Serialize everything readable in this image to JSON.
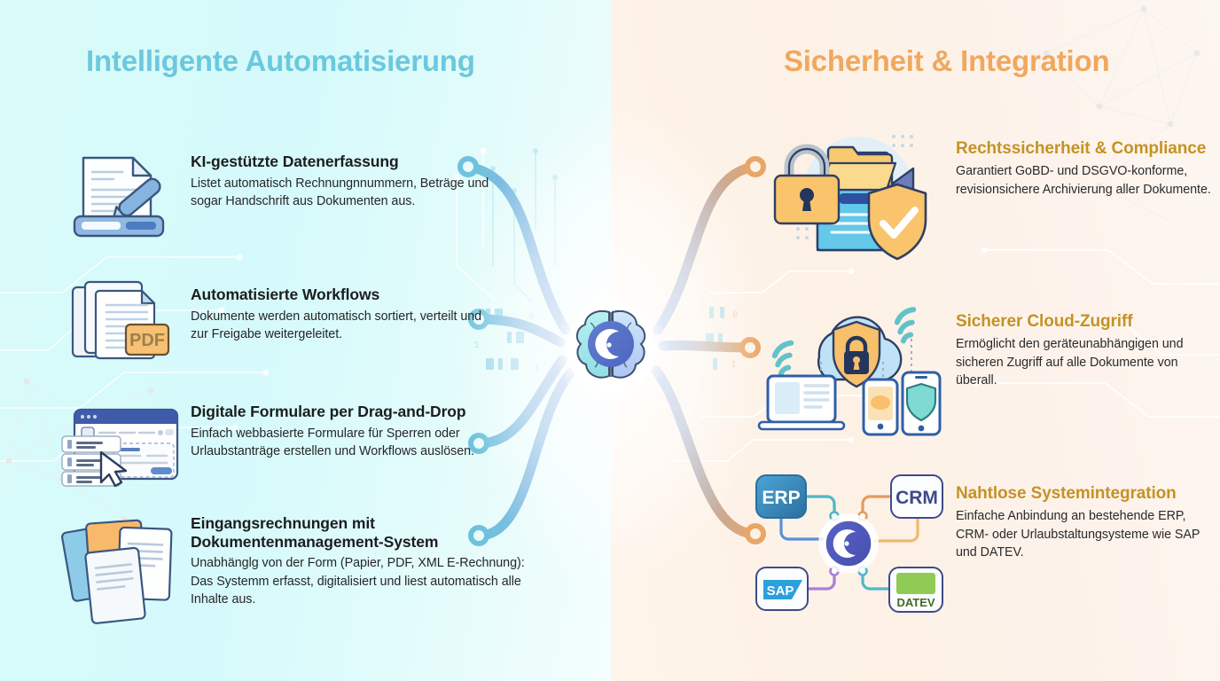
{
  "palette": {
    "left_bg": "#d8fbfa",
    "right_bg": "#fef4e9",
    "left_title": "#6cc8dd",
    "right_title": "#f0a85e",
    "gold_heading": "#c59224",
    "body_text": "#262629",
    "connector_left": "#6fc2dd",
    "connector_right": "#e8a667",
    "hub_blue": "#4a56c4"
  },
  "left": {
    "title": "Intelligente Automatisierung",
    "features": [
      {
        "icon": "document-pen-scanner-icon",
        "heading": "KI-gestützte Datenerfassung",
        "body": "Listet automatisch Rechnungnnummern, Beträge und sogar Handschrift aus Dokumenten aus."
      },
      {
        "icon": "document-stack-pdf-icon",
        "heading": "Automatisierte Workflows",
        "body": "Dokumente werden automatisch sortiert, verteilt und zur Freigabe weitergeleitet."
      },
      {
        "icon": "form-builder-drag-drop-icon",
        "heading": "Digitale Formulare per Drag-and-Drop",
        "body": "Einfach webbasierte Formulare für Sperren oder Urlaubstanträge erstellen und Workflows auslösen."
      },
      {
        "icon": "fanned-documents-icon",
        "heading": "Eingangsrechnungen mit Dokumentenmanagement-System",
        "body": "Unabhänglg von der Form (Papier, PDF, XML E-Rechnung): Das Systemm erfasst, digitalisiert und liest automatisch alle Inhalte aus."
      }
    ]
  },
  "right": {
    "title": "Sicherheit & Integration",
    "features": [
      {
        "icon": "lock-folder-shield-icon",
        "heading": "Rechtssicherheit & Compliance",
        "body": "Garantiert GoBD- und DSGVO-konforme, revisionsichere Archivierung aller Dokumente."
      },
      {
        "icon": "cloud-secure-devices-icon",
        "heading": "Sicherer Cloud-Zugriff",
        "body": "Ermöglicht den geräteunabhängigen und sicheren Zugriff auf alle Dokumente von überall."
      },
      {
        "icon": "system-integration-hub-icon",
        "heading": "Nahtlose Systemintegration",
        "body": "Einfache Anbindung an bestehende ERP, CRM- oder Urlaubstaltungsysteme wie SAP und DATEV."
      }
    ]
  },
  "center": {
    "icon": "ai-brain-hub-icon",
    "label": ""
  },
  "integration_tiles": [
    {
      "label": "ERP",
      "color": "#2f88c0"
    },
    {
      "label": "CRM",
      "color": "#3f4a8a"
    },
    {
      "label": "SAP",
      "color": "#2aa0dd"
    },
    {
      "label": "DATEV",
      "color": "#4d7a2a"
    }
  ],
  "pdf_badge": {
    "label": "PDF"
  }
}
